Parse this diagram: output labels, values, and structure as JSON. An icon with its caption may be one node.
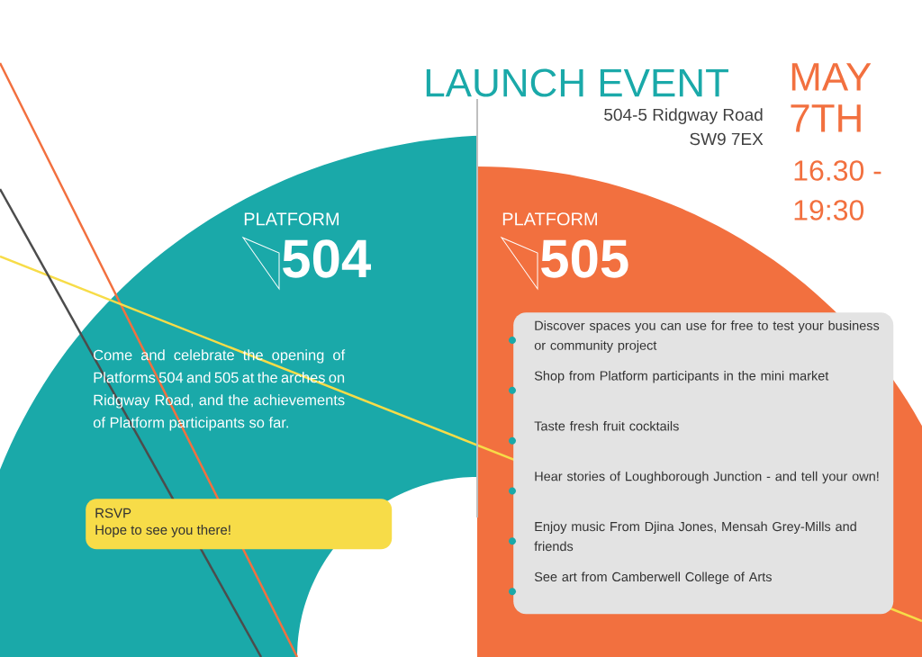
{
  "diagram": {
    "title": "LAUNCH EVENT",
    "nodes": [
      {
        "text": [
          "RSVP",
          "Hope to see you there!"
        ]
      },
      {
        "text": [
          "Discover spaces you can use for free to test your business or community project",
          "Shop from Platform participants in the mini market",
          "Taste fresh fruit cocktails",
          "Hear stories of Loughborough Junction - and tell your own!",
          "Enjoy music From Djina Jones, Mensah Grey-Mills and friends",
          "See art from Camberwell College of Arts"
        ]
      }
    ],
    "labels": [
      "MAY",
      "7TH",
      "16.30 -",
      "19:30",
      "504-5 Ridgway Road",
      "SW9 7EX",
      "PLATFORM",
      "504",
      "PLATFORM",
      "505",
      "Come and celebrate the opening of Platforms 504 and 505 at the arches on Ridgway Road, and the achievements of Platform participants so far."
    ]
  }
}
